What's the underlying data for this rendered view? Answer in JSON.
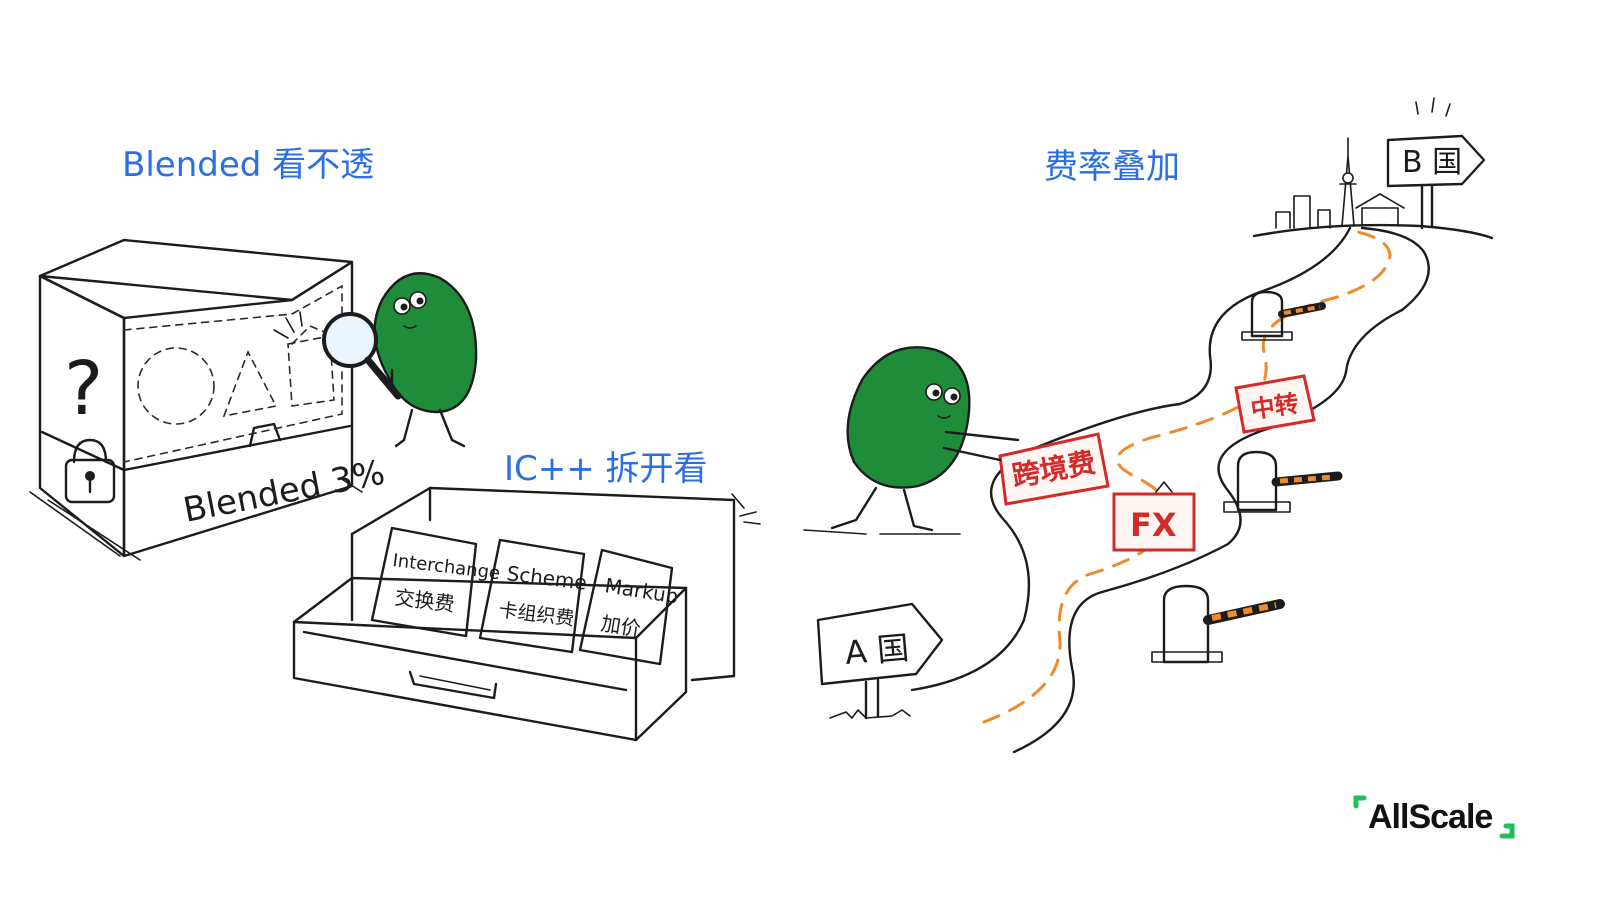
{
  "left_scene": {
    "heading": "Blended 看不透",
    "box": {
      "symbol": "?",
      "label": "Blended 3%"
    },
    "section_heading": "IC++ 拆开看",
    "cards": [
      {
        "title": "Interchange",
        "subtitle": "交换费"
      },
      {
        "title": "Scheme",
        "subtitle": "卡组织费"
      },
      {
        "title": "Markup",
        "subtitle": "加价"
      }
    ]
  },
  "right_scene": {
    "heading": "费率叠加",
    "sign_start": "A 国",
    "sign_end": "B 国",
    "tags": [
      {
        "text": "跨境费"
      },
      {
        "text": "FX"
      },
      {
        "text": "中转"
      }
    ]
  },
  "brand": {
    "logo": "AllScale",
    "accent": "#1fbf5a"
  },
  "colors": {
    "heading": "#2a6fe6",
    "bean": "#1f8c3a",
    "tag_red": "#d42a2a",
    "road_dash": "#ee8a2c"
  }
}
